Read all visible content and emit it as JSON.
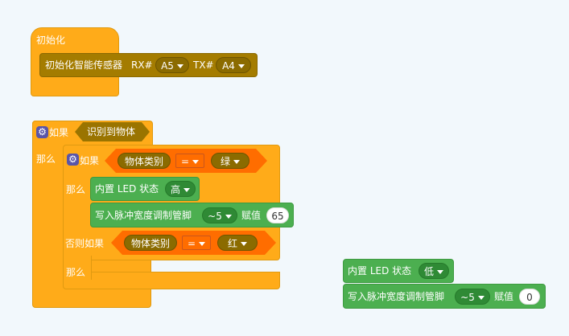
{
  "init_block": {
    "hat_label": "初始化",
    "sensor_block": {
      "label": "初始化智能传感器",
      "rx_label": "RX#",
      "rx_value": "A5",
      "tx_label": "TX#",
      "tx_value": "A4"
    }
  },
  "if_block": {
    "if_label": "如果",
    "condition": "识别到物体",
    "then_label": "那么",
    "inner_if": {
      "if_label": "如果",
      "attr_label": "物体类别",
      "operator": "=",
      "color_value": "绿",
      "then_label": "那么",
      "led_block": {
        "label": "内置 LED 状态",
        "value": "高"
      },
      "pwm_block": {
        "label": "写入脉冲宽度调制管脚",
        "pin": "~5",
        "assign_label": "赋值",
        "value": "65"
      },
      "else_if_label": "否则如果",
      "else_attr_label": "物体类别",
      "else_operator": "=",
      "else_color_value": "红",
      "else_then_label": "那么"
    }
  },
  "loose_blocks": {
    "led_block": {
      "label": "内置 LED 状态",
      "value": "低"
    },
    "pwm_block": {
      "label": "写入脉冲宽度调制管脚",
      "pin": "~5",
      "assign_label": "赋值",
      "value": "0"
    }
  },
  "colors": {
    "events": "#ffab19",
    "sensor": "#a47c00",
    "operator": "#ff6d00",
    "output": "#4caf50",
    "workspace": "#f2f8fc"
  },
  "icons": [
    "extension-gear-icon",
    "dropdown-caret-icon"
  ]
}
